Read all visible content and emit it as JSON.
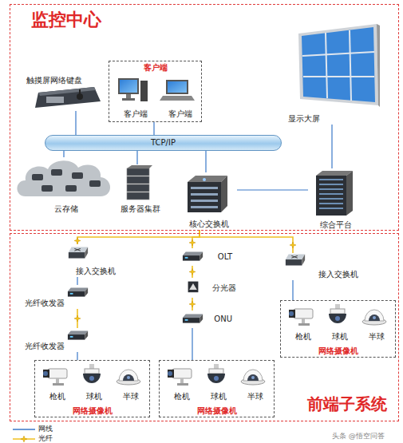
{
  "diagram": {
    "nodes": [
      {
        "text": [
          "监控中心"
        ]
      },
      {
        "text": [
          "触摸屏网络键盘"
        ],
        "in": 0
      },
      {
        "text": [
          "客户端"
        ],
        "in": 0
      },
      {
        "text": [
          "客户端"
        ],
        "in": 2
      },
      {
        "text": [
          "客户端"
        ],
        "in": 2
      },
      {
        "text": [
          "显示大屏"
        ],
        "in": 0
      },
      {
        "text": [
          "TCP/IP"
        ],
        "in": 0
      },
      {
        "text": [
          "云存储"
        ],
        "in": 0
      },
      {
        "text": [
          "服务器集群"
        ],
        "in": 0
      },
      {
        "text": [
          "核心交换机"
        ],
        "in": 0
      },
      {
        "text": [
          "综合平台"
        ],
        "in": 0
      },
      {
        "text": [
          "前端子系统"
        ]
      },
      {
        "text": [
          "接入交换机"
        ],
        "in": 11
      },
      {
        "text": [
          "OLT"
        ],
        "in": 11
      },
      {
        "text": [
          "接入交换机"
        ],
        "in": 11
      },
      {
        "text": [
          "光纤收发器"
        ],
        "in": 11
      },
      {
        "text": [
          "分光器"
        ],
        "in": 11
      },
      {
        "text": [
          "ONU"
        ],
        "in": 11
      },
      {
        "text": [
          "光纤收发器"
        ],
        "in": 11
      },
      {
        "text": [
          "网络摄像机"
        ],
        "in": 11
      },
      {
        "text": [
          "枪机"
        ],
        "in": 19
      },
      {
        "text": [
          "球机"
        ],
        "in": 19
      },
      {
        "text": [
          "半球"
        ],
        "in": 19
      },
      {
        "text": [
          "网络摄像机"
        ],
        "in": 11
      },
      {
        "text": [
          "枪机"
        ],
        "in": 23
      },
      {
        "text": [
          "球机"
        ],
        "in": 23
      },
      {
        "text": [
          "半球"
        ],
        "in": 23
      },
      {
        "text": [
          "网络摄像机"
        ],
        "in": 11
      },
      {
        "text": [
          "枪机"
        ],
        "in": 27
      },
      {
        "text": [
          "球机"
        ],
        "in": 27
      },
      {
        "text": [
          "半球"
        ],
        "in": 27
      }
    ],
    "edges": [
      {
        "from": 1,
        "to": 6,
        "arrow": "none"
      },
      {
        "from": 2,
        "to": 6,
        "arrow": "none"
      },
      {
        "from": 7,
        "to": 6,
        "arrow": "none"
      },
      {
        "from": 8,
        "to": 6,
        "arrow": "none"
      },
      {
        "from": 9,
        "to": 6,
        "arrow": "none"
      },
      {
        "from": 9,
        "to": 10,
        "arrow": "none"
      },
      {
        "from": 5,
        "to": 10,
        "arrow": "none"
      },
      {
        "from": 9,
        "to": 12,
        "arrow": "none"
      },
      {
        "from": 9,
        "to": 13,
        "arrow": "none"
      },
      {
        "from": 9,
        "to": 14,
        "arrow": "none"
      },
      {
        "from": 12,
        "to": 15,
        "arrow": "none"
      },
      {
        "from": 15,
        "to": 18,
        "arrow": "none"
      },
      {
        "from": 18,
        "to": 23,
        "arrow": "none"
      },
      {
        "from": 13,
        "to": 16,
        "arrow": "none"
      },
      {
        "from": 16,
        "to": 17,
        "arrow": "none"
      },
      {
        "from": 17,
        "to": 27,
        "arrow": "none"
      },
      {
        "from": 14,
        "to": 19,
        "arrow": "none"
      }
    ],
    "labels": [
      "头条 @悟空问答"
    ],
    "legend": [
      {
        "text": "网线"
      },
      {
        "text": "光纤"
      }
    ]
  }
}
